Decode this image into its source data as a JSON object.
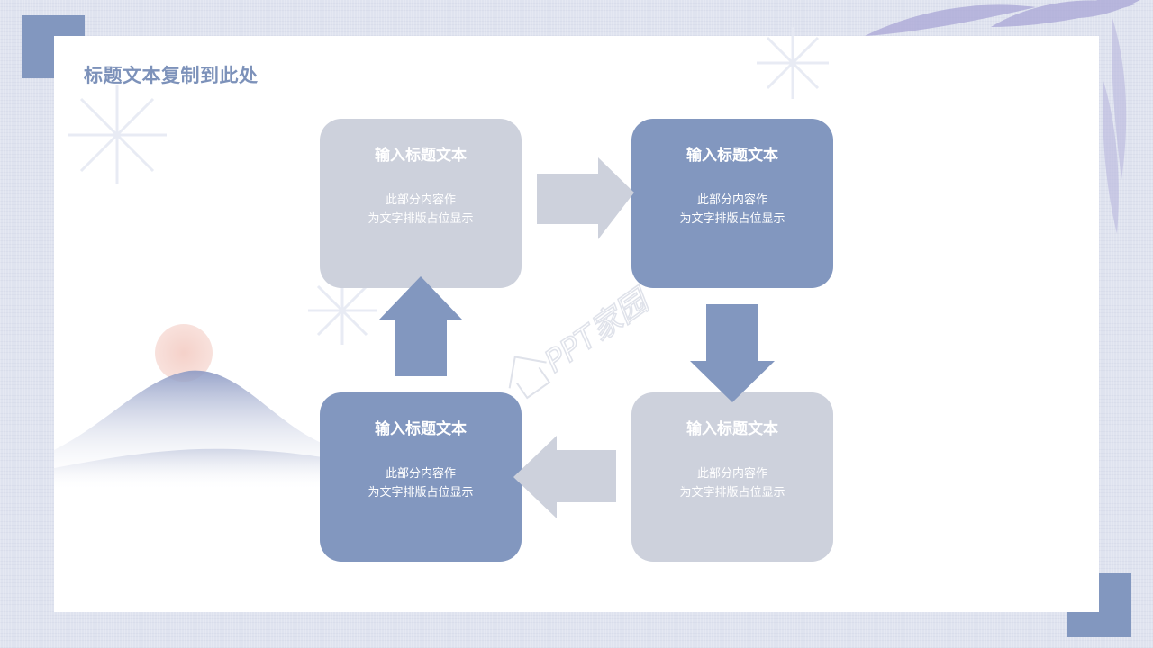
{
  "title": "标题文本复制到此处",
  "steps": [
    {
      "title": "输入标题文本",
      "line1": "此部分内容作",
      "line2": "为文字排版占位显示"
    },
    {
      "title": "输入标题文本",
      "line1": "此部分内容作",
      "line2": "为文字排版占位显示"
    },
    {
      "title": "输入标题文本",
      "line1": "此部分内容作",
      "line2": "为文字排版占位显示"
    },
    {
      "title": "输入标题文本",
      "line1": "此部分内容作",
      "line2": "为文字排版占位显示"
    }
  ],
  "watermark": "PPT家园",
  "colors": {
    "accent": "#8297bf",
    "light_box": "#cdd1dc",
    "arrow_light": "#cdd1dc",
    "title": "#7d92ba"
  }
}
